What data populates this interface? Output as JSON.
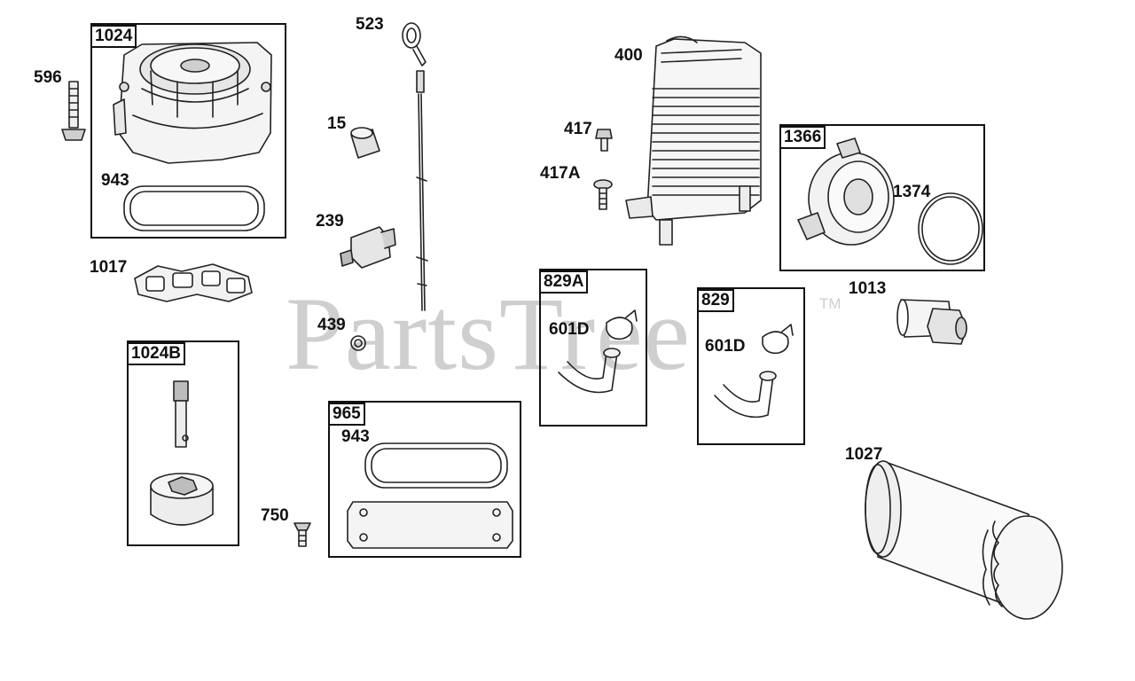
{
  "watermark": {
    "text": "PartsTree",
    "trademark": "TM",
    "color": "#cfcfcf"
  },
  "callouts": {
    "p596": "596",
    "p943a": "943",
    "p1017": "1017",
    "p523": "523",
    "p15": "15",
    "p239": "239",
    "p439": "439",
    "p943b": "943",
    "p750": "750",
    "p400": "400",
    "p417": "417",
    "p417a": "417A",
    "p1374": "1374",
    "p601d_a": "601D",
    "p601d_b": "601D",
    "p1013": "1013",
    "p1027": "1027"
  },
  "kits": {
    "k1024": "1024",
    "k1024b": "1024B",
    "k965": "965",
    "k829a": "829A",
    "k829": "829",
    "k1366": "1366"
  }
}
